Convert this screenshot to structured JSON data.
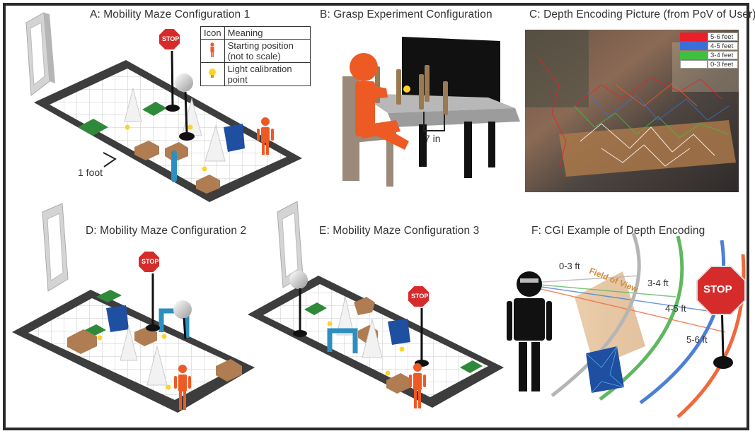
{
  "panels": {
    "a_title": "A: Mobility Maze Configuration 1",
    "b_title": "B: Grasp Experiment Configuration",
    "c_title": "C: Depth Encoding Picture (from PoV of User)",
    "d_title": "D: Mobility Maze Configuration 2",
    "e_title": "E: Mobility Maze Configuration 3",
    "f_title": "F: CGI Example of Depth Encoding"
  },
  "legend": {
    "header_icon": "Icon",
    "header_meaning": "Meaning",
    "row1_icon": "person-icon",
    "row1_meaning": "Starting position (not to scale)",
    "row2_icon": "lightbulb-icon",
    "row2_meaning": "Light calibration point"
  },
  "labels": {
    "scale": "1 foot",
    "grasp_distance": "7 in",
    "stop_sign": "STOP"
  },
  "depth_legend": [
    {
      "label": "5-6 feet",
      "color": "#e8202a"
    },
    {
      "label": "4-5 feet",
      "color": "#3a6fd8"
    },
    {
      "label": "3-4 feet",
      "color": "#3fbf3f"
    },
    {
      "label": "0-3 feet",
      "color": "#ffffff"
    }
  ],
  "cgi": {
    "field_of_view": "Field of View",
    "arcs": [
      {
        "label": "0-3 ft",
        "color": "#b5b5b5"
      },
      {
        "label": "3-4 ft",
        "color": "#5fb85f"
      },
      {
        "label": "4-5 ft",
        "color": "#4d7fd6"
      },
      {
        "label": "5-6 ft",
        "color": "#ee6a3c"
      }
    ]
  },
  "colors": {
    "floor_border": "#3a3a3a",
    "cone": "#f2f2f2",
    "trash_can": "#1e4fa0",
    "box": "#b07c52",
    "person": "#ee5a24",
    "bulb": "#ffd22a",
    "stop": "#d62b2b"
  }
}
